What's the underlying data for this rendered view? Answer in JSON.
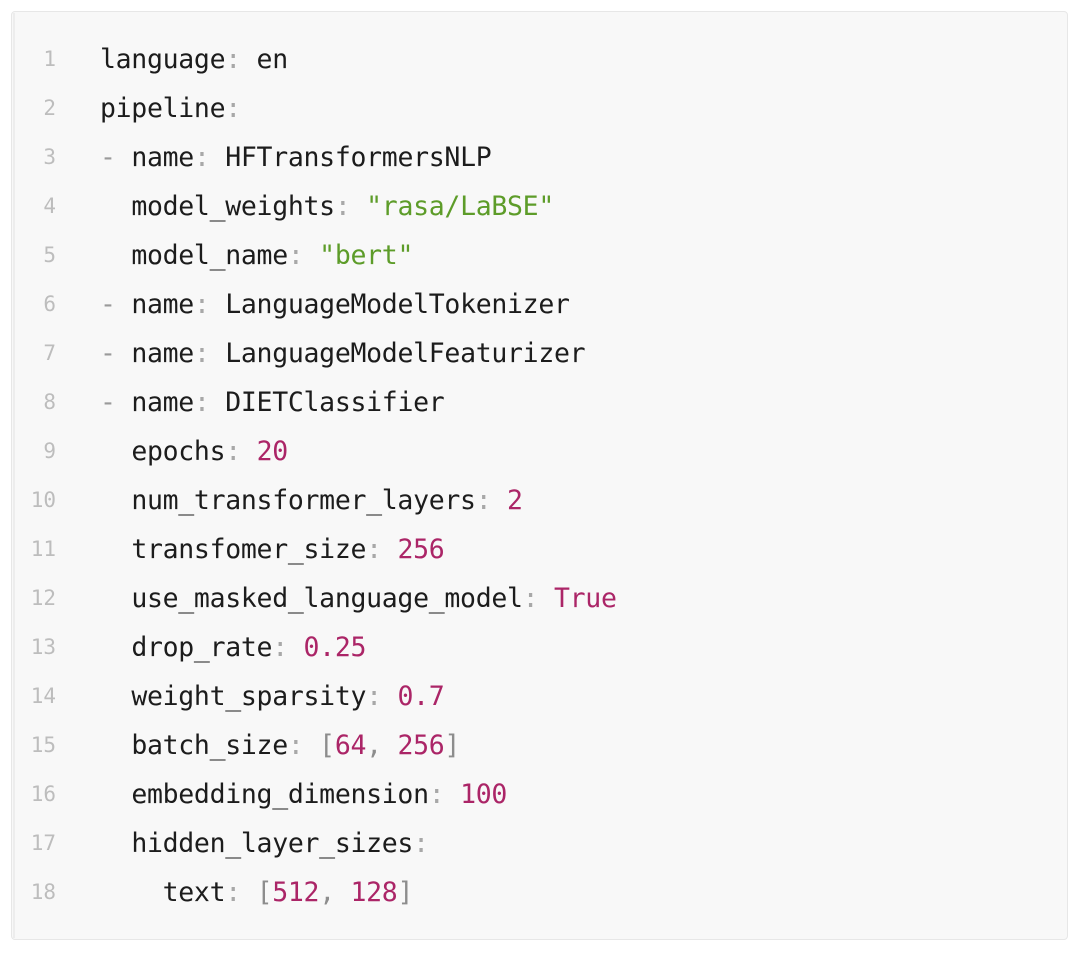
{
  "document": {
    "kind": "code-block",
    "language": "yaml",
    "title": "Rasa NLU pipeline configuration",
    "line_count": 18,
    "colors": {
      "page_background": "#ffffff",
      "panel_background": "#f8f8f8",
      "panel_border": "#e7e7e7",
      "line_number": "#bdbdbd",
      "key": "#1c1c1c",
      "punctuation": "#a8a8a8",
      "string": "#5d9c29",
      "number": "#ab2567",
      "boolean": "#ab2567",
      "bracket": "#8d8d8d"
    }
  },
  "lines": [
    {
      "number": "1",
      "indent": "",
      "text": "language: en",
      "tokens": [
        {
          "t": "language",
          "c": "key"
        },
        {
          "t": ":",
          "c": "punct"
        },
        {
          "t": " en",
          "c": "plain"
        }
      ]
    },
    {
      "number": "2",
      "indent": "",
      "text": "pipeline:",
      "tokens": [
        {
          "t": "pipeline",
          "c": "key"
        },
        {
          "t": ":",
          "c": "punct"
        }
      ]
    },
    {
      "number": "3",
      "indent": "",
      "text": "- name: HFTransformersNLP",
      "tokens": [
        {
          "t": "-",
          "c": "dash"
        },
        {
          "t": " ",
          "c": "plain"
        },
        {
          "t": "name",
          "c": "key"
        },
        {
          "t": ":",
          "c": "punct"
        },
        {
          "t": " HFTransformersNLP",
          "c": "plain"
        }
      ]
    },
    {
      "number": "4",
      "indent": "  ",
      "text": "  model_weights: \"rasa/LaBSE\"",
      "tokens": [
        {
          "t": "  ",
          "c": "plain"
        },
        {
          "t": "model_weights",
          "c": "key"
        },
        {
          "t": ":",
          "c": "punct"
        },
        {
          "t": " ",
          "c": "plain"
        },
        {
          "t": "\"rasa/LaBSE\"",
          "c": "string"
        }
      ]
    },
    {
      "number": "5",
      "indent": "  ",
      "text": "  model_name: \"bert\"",
      "tokens": [
        {
          "t": "  ",
          "c": "plain"
        },
        {
          "t": "model_name",
          "c": "key"
        },
        {
          "t": ":",
          "c": "punct"
        },
        {
          "t": " ",
          "c": "plain"
        },
        {
          "t": "\"bert\"",
          "c": "string"
        }
      ]
    },
    {
      "number": "6",
      "indent": "",
      "text": "- name: LanguageModelTokenizer",
      "tokens": [
        {
          "t": "-",
          "c": "dash"
        },
        {
          "t": " ",
          "c": "plain"
        },
        {
          "t": "name",
          "c": "key"
        },
        {
          "t": ":",
          "c": "punct"
        },
        {
          "t": " LanguageModelTokenizer",
          "c": "plain"
        }
      ]
    },
    {
      "number": "7",
      "indent": "",
      "text": "- name: LanguageModelFeaturizer",
      "tokens": [
        {
          "t": "-",
          "c": "dash"
        },
        {
          "t": " ",
          "c": "plain"
        },
        {
          "t": "name",
          "c": "key"
        },
        {
          "t": ":",
          "c": "punct"
        },
        {
          "t": " LanguageModelFeaturizer",
          "c": "plain"
        }
      ]
    },
    {
      "number": "8",
      "indent": "",
      "text": "- name: DIETClassifier",
      "tokens": [
        {
          "t": "-",
          "c": "dash"
        },
        {
          "t": " ",
          "c": "plain"
        },
        {
          "t": "name",
          "c": "key"
        },
        {
          "t": ":",
          "c": "punct"
        },
        {
          "t": " DIETClassifier",
          "c": "plain"
        }
      ]
    },
    {
      "number": "9",
      "indent": "  ",
      "text": "  epochs: 20",
      "tokens": [
        {
          "t": "  ",
          "c": "plain"
        },
        {
          "t": "epochs",
          "c": "key"
        },
        {
          "t": ":",
          "c": "punct"
        },
        {
          "t": " ",
          "c": "plain"
        },
        {
          "t": "20",
          "c": "number"
        }
      ]
    },
    {
      "number": "10",
      "indent": "  ",
      "text": "  num_transformer_layers: 2",
      "tokens": [
        {
          "t": "  ",
          "c": "plain"
        },
        {
          "t": "num_transformer_layers",
          "c": "key"
        },
        {
          "t": ":",
          "c": "punct"
        },
        {
          "t": " ",
          "c": "plain"
        },
        {
          "t": "2",
          "c": "number"
        }
      ]
    },
    {
      "number": "11",
      "indent": "  ",
      "text": "  transfomer_size: 256",
      "tokens": [
        {
          "t": "  ",
          "c": "plain"
        },
        {
          "t": "transfomer_size",
          "c": "key"
        },
        {
          "t": ":",
          "c": "punct"
        },
        {
          "t": " ",
          "c": "plain"
        },
        {
          "t": "256",
          "c": "number"
        }
      ]
    },
    {
      "number": "12",
      "indent": "  ",
      "text": "  use_masked_language_model: True",
      "tokens": [
        {
          "t": "  ",
          "c": "plain"
        },
        {
          "t": "use_masked_language_model",
          "c": "key"
        },
        {
          "t": ":",
          "c": "punct"
        },
        {
          "t": " ",
          "c": "plain"
        },
        {
          "t": "True",
          "c": "bool"
        }
      ]
    },
    {
      "number": "13",
      "indent": "  ",
      "text": "  drop_rate: 0.25",
      "tokens": [
        {
          "t": "  ",
          "c": "plain"
        },
        {
          "t": "drop_rate",
          "c": "key"
        },
        {
          "t": ":",
          "c": "punct"
        },
        {
          "t": " ",
          "c": "plain"
        },
        {
          "t": "0.25",
          "c": "number"
        }
      ]
    },
    {
      "number": "14",
      "indent": "  ",
      "text": "  weight_sparsity: 0.7",
      "tokens": [
        {
          "t": "  ",
          "c": "plain"
        },
        {
          "t": "weight_sparsity",
          "c": "key"
        },
        {
          "t": ":",
          "c": "punct"
        },
        {
          "t": " ",
          "c": "plain"
        },
        {
          "t": "0.7",
          "c": "number"
        }
      ]
    },
    {
      "number": "15",
      "indent": "  ",
      "text": "  batch_size: [64, 256]",
      "tokens": [
        {
          "t": "  ",
          "c": "plain"
        },
        {
          "t": "batch_size",
          "c": "key"
        },
        {
          "t": ":",
          "c": "punct"
        },
        {
          "t": " ",
          "c": "plain"
        },
        {
          "t": "[",
          "c": "bracket"
        },
        {
          "t": "64",
          "c": "number"
        },
        {
          "t": ", ",
          "c": "bracket"
        },
        {
          "t": "256",
          "c": "number"
        },
        {
          "t": "]",
          "c": "bracket"
        }
      ]
    },
    {
      "number": "16",
      "indent": "  ",
      "text": "  embedding_dimension: 100",
      "tokens": [
        {
          "t": "  ",
          "c": "plain"
        },
        {
          "t": "embedding_dimension",
          "c": "key"
        },
        {
          "t": ":",
          "c": "punct"
        },
        {
          "t": " ",
          "c": "plain"
        },
        {
          "t": "100",
          "c": "number"
        }
      ]
    },
    {
      "number": "17",
      "indent": "  ",
      "text": "  hidden_layer_sizes:",
      "tokens": [
        {
          "t": "  ",
          "c": "plain"
        },
        {
          "t": "hidden_layer_sizes",
          "c": "key"
        },
        {
          "t": ":",
          "c": "punct"
        }
      ]
    },
    {
      "number": "18",
      "indent": "    ",
      "text": "    text: [512, 128]",
      "tokens": [
        {
          "t": "    ",
          "c": "plain"
        },
        {
          "t": "text",
          "c": "key"
        },
        {
          "t": ":",
          "c": "punct"
        },
        {
          "t": " ",
          "c": "plain"
        },
        {
          "t": "[",
          "c": "bracket"
        },
        {
          "t": "512",
          "c": "number"
        },
        {
          "t": ", ",
          "c": "bracket"
        },
        {
          "t": "128",
          "c": "number"
        },
        {
          "t": "]",
          "c": "bracket"
        }
      ]
    }
  ]
}
